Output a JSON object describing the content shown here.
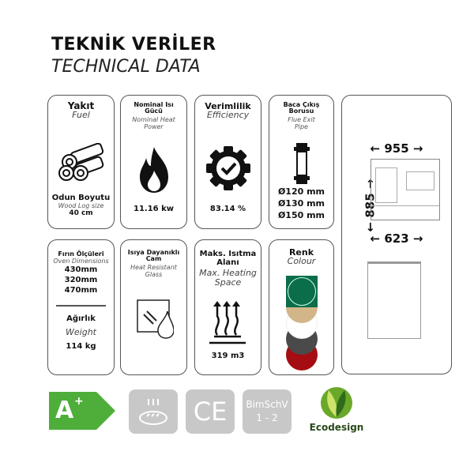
{
  "title": {
    "tr": "TEKNİK VERİLER",
    "en": "TECHNICAL DATA"
  },
  "cards": {
    "fuel": {
      "tr": "Yakıt",
      "en": "Fuel",
      "sub_tr": "Odun Boyutu",
      "sub_en": "Wood Log size",
      "value": "40 cm",
      "icon": "wood-logs-icon"
    },
    "power": {
      "tr": "Nominal Isı Gücü",
      "en": "Nominal Heat Power",
      "value": "11.16 kw",
      "icon": "flame-icon"
    },
    "efficiency": {
      "tr": "Verimlilik",
      "en": "Efficiency",
      "value": "83.14 %",
      "icon": "gear-check-icon"
    },
    "flue": {
      "tr": "Baca Çıkış Borusu",
      "en": "Flue Exit Pipe",
      "values": [
        "Ø120 mm",
        "Ø130 mm",
        "Ø150 mm"
      ],
      "icon": "pipe-icon"
    },
    "oven": {
      "tr": "Fırın Ölçüleri",
      "en": "Oven Dimensions",
      "values": [
        "430mm",
        "320mm",
        "470mm"
      ],
      "weight_tr": "Ağırlık",
      "weight_en": "Weight",
      "weight": "114 kg"
    },
    "glass": {
      "tr": "Isıya Dayanıklı Cam",
      "en": "Heat Resistant Glass",
      "icon": "glass-drop-icon"
    },
    "heating": {
      "tr": "Maks. Isıtma Alanı",
      "en": "Max. Heating Space",
      "value": "319 m3",
      "icon": "heat-waves-icon"
    },
    "colour": {
      "tr": "Renk",
      "en": "Colour",
      "swatches": [
        "#0b6e4a",
        "#d2b689",
        "#ffffff",
        "#4a4a4a",
        "#a50d12"
      ]
    },
    "dimensions": {
      "width": "955",
      "height": "885",
      "depth": "623"
    }
  },
  "badges": {
    "energy": "A",
    "energy_sup": "+",
    "bimschv": "BimSchV",
    "bimschv_num": "1 - 2",
    "ce": "CE",
    "ecodesign": "Ecodesign",
    "energy_color": "#4fae3a"
  }
}
